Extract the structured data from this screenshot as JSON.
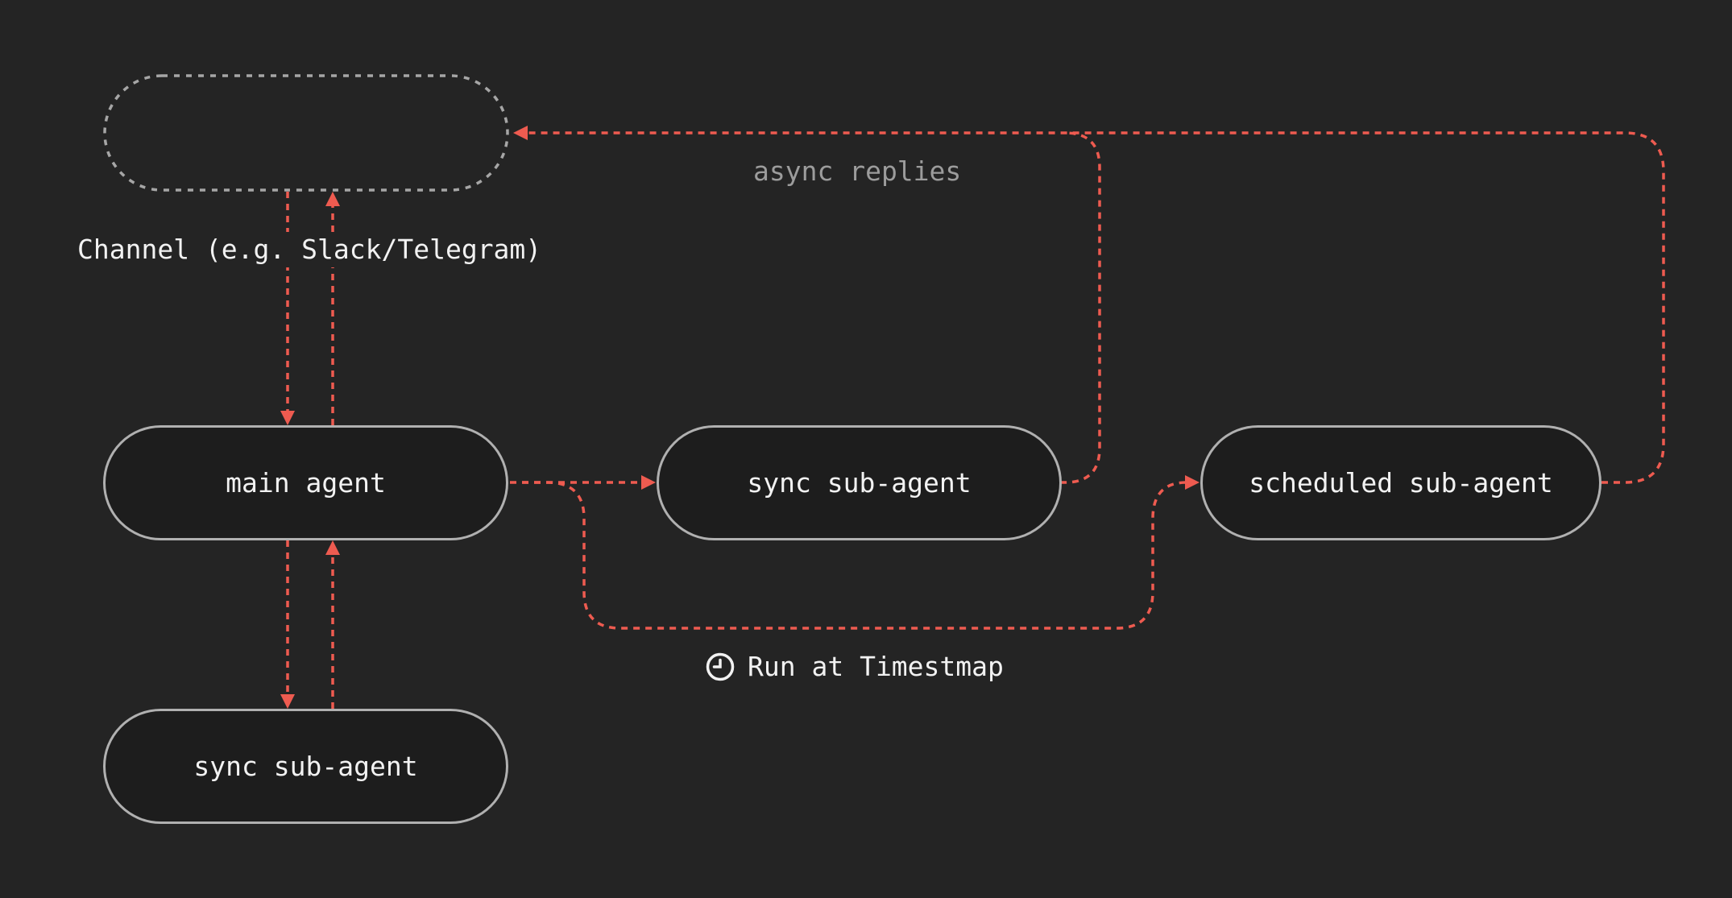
{
  "colors": {
    "background": "#242424",
    "node_fill": "#1d1d1d",
    "node_border": "#b0b0b0",
    "dashed_border": "#a6a6a6",
    "arrow": "#ee5b50",
    "text_primary": "#f2f2f2",
    "text_muted": "#9c9c9c"
  },
  "diagram": {
    "nodes": [
      {
        "id": "channel",
        "label": "",
        "shape": "stadium-dashed"
      },
      {
        "id": "main-agent",
        "label": "main agent",
        "shape": "stadium"
      },
      {
        "id": "sync-sub-agent-mid",
        "label": "sync sub-agent",
        "shape": "stadium"
      },
      {
        "id": "scheduled-sub-agent",
        "label": "scheduled sub-agent",
        "shape": "stadium"
      },
      {
        "id": "sync-sub-agent-bottom",
        "label": "sync sub-agent",
        "shape": "stadium"
      }
    ],
    "labels": {
      "channel_caption": "Channel (e.g. Slack/Telegram)",
      "async_replies": "async replies",
      "run_at": "Run at Timestmap"
    },
    "icons": [
      {
        "name": "clock-icon",
        "meaning": "scheduled run time"
      }
    ],
    "edges": [
      {
        "from": "channel",
        "to": "main-agent",
        "style": "dashed-red",
        "direction": "down"
      },
      {
        "from": "main-agent",
        "to": "channel",
        "style": "dashed-red",
        "direction": "up"
      },
      {
        "from": "main-agent",
        "to": "sync-sub-agent-bottom",
        "style": "dashed-red",
        "direction": "down"
      },
      {
        "from": "sync-sub-agent-bottom",
        "to": "main-agent",
        "style": "dashed-red",
        "direction": "up"
      },
      {
        "from": "main-agent",
        "to": "sync-sub-agent-mid",
        "style": "dashed-red",
        "direction": "right"
      },
      {
        "from": "main-agent",
        "to": "scheduled-sub-agent",
        "style": "dashed-red",
        "label": "Run at Timestmap",
        "direction": "loop-below"
      },
      {
        "from": "sync-sub-agent-mid",
        "to": "channel",
        "style": "dashed-red",
        "label": "async replies",
        "direction": "loop-above"
      },
      {
        "from": "scheduled-sub-agent",
        "to": "channel",
        "style": "dashed-red",
        "label": "async replies",
        "direction": "loop-above"
      }
    ]
  }
}
